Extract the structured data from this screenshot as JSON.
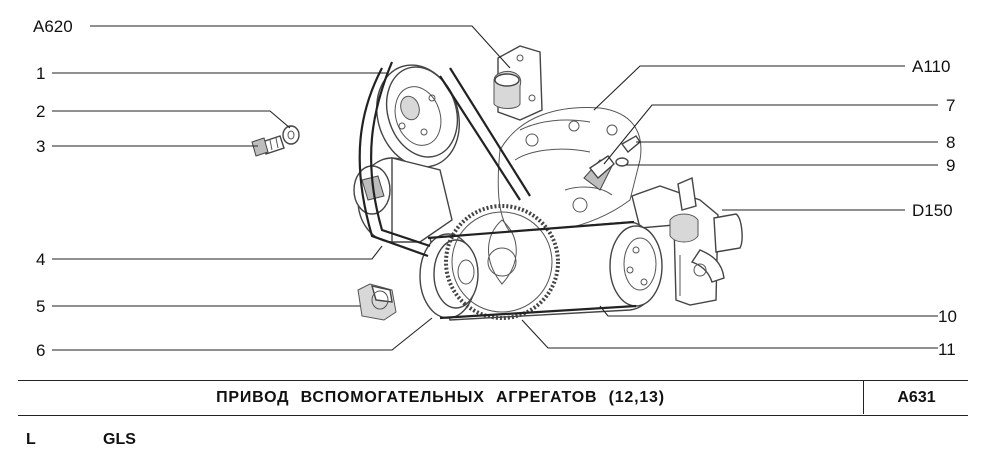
{
  "callouts": {
    "a620": "A620",
    "p1": "1",
    "p2": "2",
    "p3": "3",
    "p4": "4",
    "p5": "5",
    "p6": "6",
    "a110": "A110",
    "p7": "7",
    "p8": "8",
    "p9": "9",
    "d150": "D150",
    "p10": "10",
    "p11": "11"
  },
  "title_block": {
    "title": "ПРИВОД ВСПОМОГАТЕЛЬНЫХ АГРЕГАТОВ (12,13)",
    "code": "A631"
  },
  "footer": {
    "left": "L",
    "model": "GLS"
  }
}
